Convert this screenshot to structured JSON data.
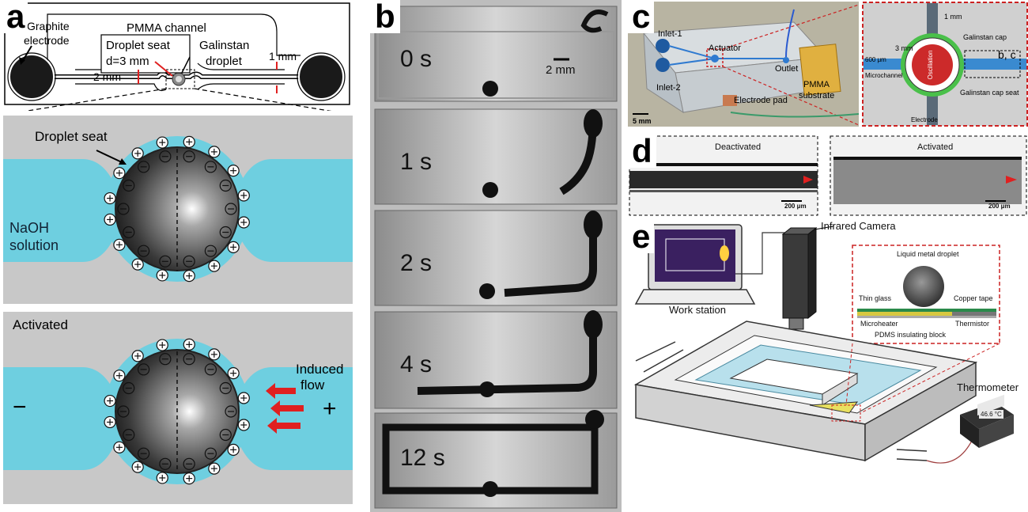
{
  "panels": {
    "a": {
      "label": "a",
      "schematic": {
        "graphite_electrode": [
          "Graphite",
          "electrode"
        ],
        "pmma_channel": "PMMA channel",
        "droplet_seat": [
          "Droplet seat",
          "d=3 mm"
        ],
        "galinstan": [
          "Galinstan",
          "droplet"
        ],
        "dim_1mm": "1 mm",
        "dim_2mm": "2 mm"
      },
      "seat_view": {
        "droplet_seat_label": "Droplet seat",
        "solution_label": [
          "NaOH",
          "solution"
        ]
      },
      "activated_view": {
        "activated_label": "Activated",
        "induced_flow": [
          "Induced",
          "flow"
        ],
        "minus": "−",
        "plus": "+"
      }
    },
    "b": {
      "label": "b",
      "scale": "2 mm",
      "frames": [
        "0 s",
        "1 s",
        "2 s",
        "4 s",
        "12 s"
      ]
    },
    "c": {
      "label": "c",
      "photo": {
        "inlet1": "Inlet-1",
        "inlet2": "Inlet-2",
        "actuator": "Actuator",
        "outlet": "Outlet",
        "electrode_pad": "Electrode pad",
        "pmma_substrate": [
          "PMMA",
          "substrate"
        ],
        "scale": "5 mm"
      },
      "zoom": {
        "dim_1mm": "1 mm",
        "dim_3mm": "3 mm",
        "dim_600um": "600 μm",
        "galinstan_cap": "Galinstan cap",
        "oscillation": "Oscillation",
        "bc": "b, c",
        "microchannel": "Microchannel",
        "cap_seat": "Galinstan cap seat",
        "electrode": "Electrode"
      }
    },
    "d": {
      "label": "d",
      "deactivated": "Deactivated",
      "activated": "Activated",
      "scale1": "200 μm",
      "scale2": "200 μm"
    },
    "e": {
      "label": "e",
      "infrared_camera": "Infrared Camera",
      "work_station": "Work station",
      "thermometer": "Thermometer",
      "thermometer_reading": "46.6 °C",
      "inset": {
        "droplet": "Liquid metal droplet",
        "thin_glass": "Thin glass",
        "copper_tape": "Copper tape",
        "microheater": "Microheater",
        "thermistor": "Thermistor",
        "pdms_block": "PDMS insulating block"
      }
    }
  },
  "colors": {
    "solution": "#6ecfe0",
    "seat_bg": "#c8c8c8",
    "arrow_red": "#e02020",
    "ir_frame": "#cc2222"
  }
}
